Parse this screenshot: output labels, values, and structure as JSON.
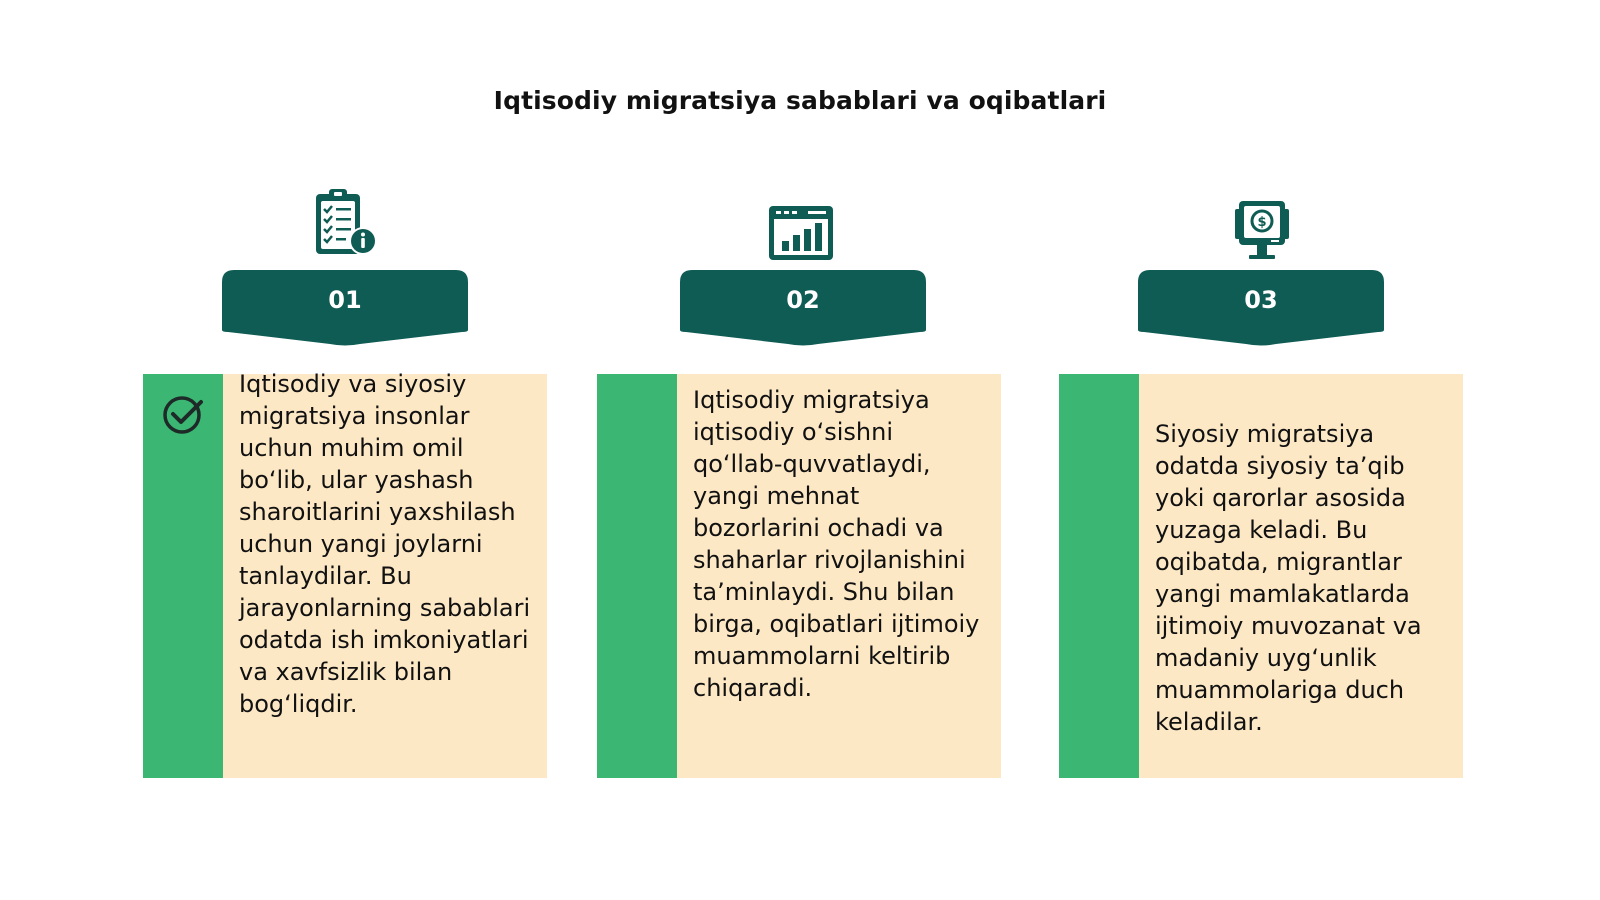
{
  "title": "Iqtisodiy migratsiya sabablari va oqibatlari",
  "colors": {
    "badge": "#0f5c55",
    "strip": "#3cb673",
    "card": "#fde8c6",
    "icon": "#0f5c55"
  },
  "columns": [
    {
      "number": "01",
      "icon": "clipboard-checklist-info-icon",
      "text": "Iqtisodiy va siyosiy migratsiya insonlar uchun muhim omil bo‘lib, ular yashash sharoitlarini yaxshilash uchun yangi joylarni tanlaydilar. Bu jarayonlarning sabablari odatda ish imkoniyatlari va xavfsizlik bilan bog‘liqdir."
    },
    {
      "number": "02",
      "icon": "browser-bar-chart-icon",
      "text": "Iqtisodiy migratsiya iqtisodiy o‘sishni qo‘llab-quvvatlaydi, yangi mehnat bozorlarini ochadi va shaharlar rivojlanishini ta’minlaydi. Shu bilan birga, oqibatlari ijtimoiy muammolarni keltirib chiqaradi."
    },
    {
      "number": "03",
      "icon": "monitor-dollar-icon",
      "text": "Siyosiy migratsiya odatda siyosiy ta’qib yoki qarorlar asosida yuzaga keladi. Bu oqibatda, migrantlar yangi mamlakatlarda ijtimoiy muvozanat va madaniy uyg‘unlik muammolariga duch keladilar."
    }
  ]
}
